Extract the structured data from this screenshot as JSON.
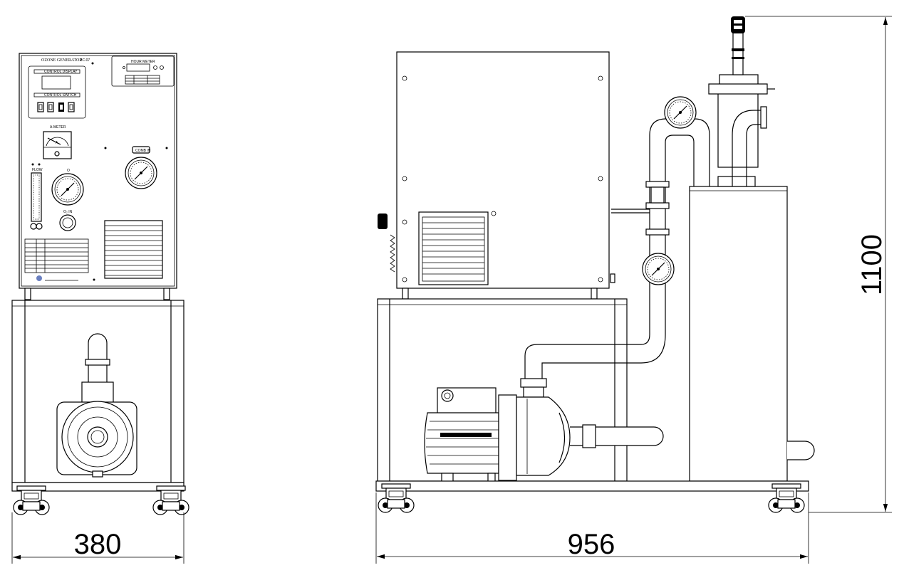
{
  "front_view": {
    "title": "OZONE GENERATOR",
    "model": "PC-07",
    "control_display_label": "CONTROL DISPLAY",
    "control_switch_label": "CONTROL SWITCH",
    "ammeter_label": "A-METER",
    "ammeter_unit": "A",
    "hour_meter_label": "HOUR METER",
    "flow_label": "FLOW",
    "gauge_label": "O",
    "o2_in_label": "O₂ IN",
    "comb_in_label": "COMB IN",
    "width_dimension": "380"
  },
  "side_view": {
    "length_dimension": "956",
    "height_dimension": "1100"
  }
}
